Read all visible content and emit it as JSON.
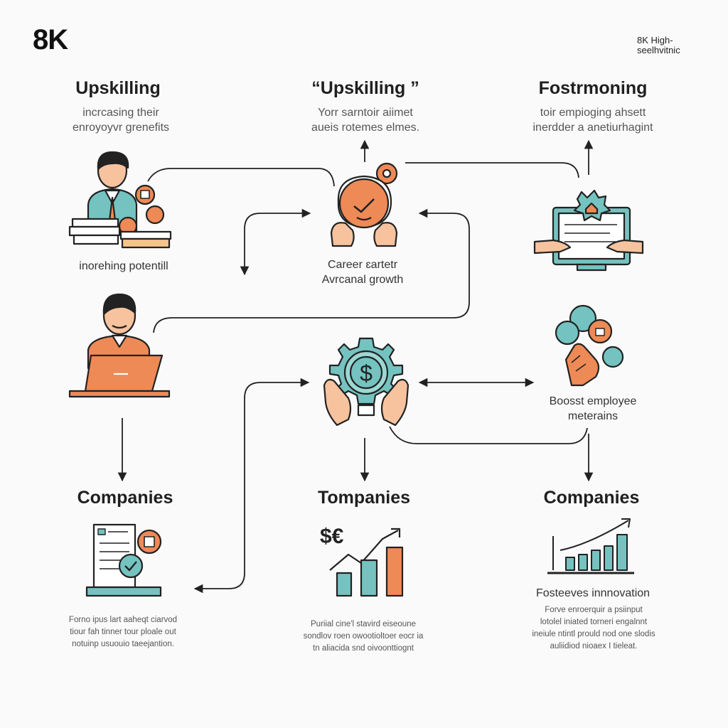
{
  "header": {
    "brand": "8K",
    "badge_lines": [
      "8K High-",
      "seelhvitnic"
    ]
  },
  "columns": [
    {
      "title": "Upskilling",
      "subtitle_lines": [
        "incrcasing their",
        "enroyoyvr grenefits"
      ]
    },
    {
      "title": "“Upskilling ”",
      "subtitle_lines": [
        "Yorr sarntoir aiimet",
        "aueis rotemes elmes."
      ]
    },
    {
      "title": "Fostrmoning",
      "subtitle_lines": [
        "toir empioging ahsett",
        "inerdder a anetiurhagint"
      ]
    }
  ],
  "captions": {
    "left_mid": [
      "inorehing potentill"
    ],
    "center_mid": [
      "Career ɛartetr",
      "Avrcanal growth"
    ],
    "right_lower": [
      "Boosst employee",
      "meterains"
    ]
  },
  "bottom": [
    {
      "title": "Companies",
      "footer_lines": [
        "Forno ipus lart aaheqt ciarvod",
        "tiour fah tinner tour ploale out",
        "notuinp usuouio taeejantion."
      ]
    },
    {
      "title": "Tompanies",
      "currency": "$€",
      "footer_lines": [
        "Puriial cine'l stavird eiseoune",
        "sondlov roen owootioltoer eocr ia",
        "tn aliacida snd oivoonttiognt"
      ]
    },
    {
      "title": "Companies",
      "caption": "Fosteeves innnovation",
      "footer_lines": [
        "Forve enroerquir a psiinput",
        "lotolel iniated torneri engalnnt",
        "ineiule ntintl prould nod one slodis",
        "auliidiod nioaex I tieleat."
      ]
    }
  ],
  "icons": {
    "dollar_symbol": "$",
    "gear_dollar": "gear-dollar-icon",
    "person_desk": "person-desk-icon",
    "person_laptop": "person-laptop-icon",
    "brain_gear": "brain-gear-icon",
    "monitor_handshake": "monitor-handshake-icon",
    "hand_bubbles": "hand-bubbles-icon",
    "document_check": "document-check-icon",
    "bar_chart_growth": "bar-chart-growth-icon",
    "bar_chart_trend": "bar-chart-trend-icon"
  },
  "colors": {
    "orange": "#ee8a55",
    "teal": "#74c3c0",
    "dark": "#222222",
    "skin": "#f6c39e"
  }
}
